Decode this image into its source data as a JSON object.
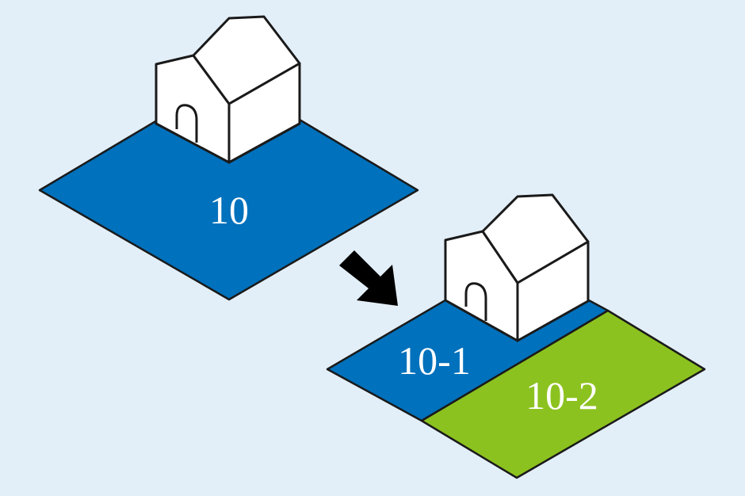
{
  "diagram": {
    "before": {
      "lot_label": "10",
      "lot_color": "#0071bc"
    },
    "after": {
      "lots": [
        {
          "label": "10-1",
          "color": "#0071bc"
        },
        {
          "label": "10-2",
          "color": "#8cc21f"
        }
      ]
    },
    "arrow": {
      "icon": "arrow-down-right-icon",
      "color": "#000000"
    },
    "house_icon": "house-icon",
    "background": "#e3eff8"
  }
}
